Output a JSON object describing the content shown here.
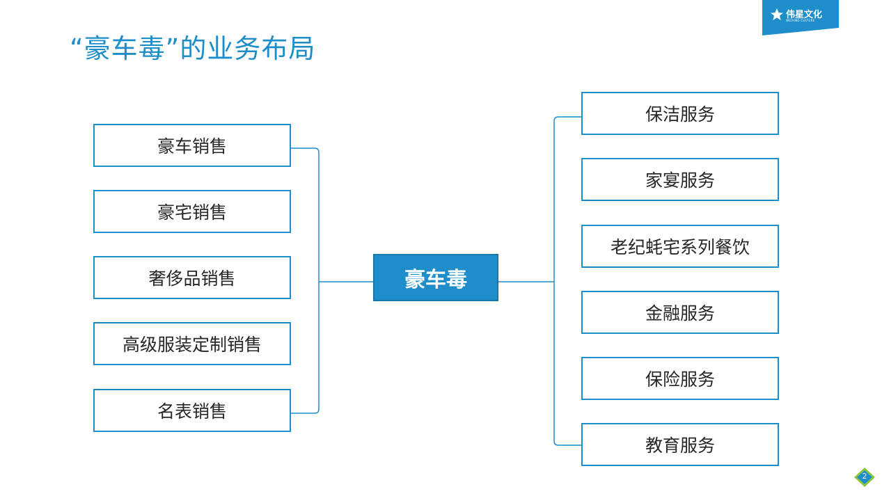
{
  "slide": {
    "title": "“豪车毒”的业务布局",
    "page_number": "2"
  },
  "logo": {
    "name": "伟星文化",
    "subtitle": "WEIXING CULTURE",
    "icon": "star-icon",
    "color": "#1d8ec9"
  },
  "diagram": {
    "center": "豪车毒",
    "left_items": [
      "豪车销售",
      "豪宅销售",
      "奢侈品销售",
      "高级服装定制销售",
      "名表销售"
    ],
    "right_items": [
      "保洁服务",
      "家宴服务",
      "老纪蚝宅系列餐饮",
      "金融服务",
      "保险服务",
      "教育服务"
    ],
    "accent_color": "#1d8ec9"
  }
}
